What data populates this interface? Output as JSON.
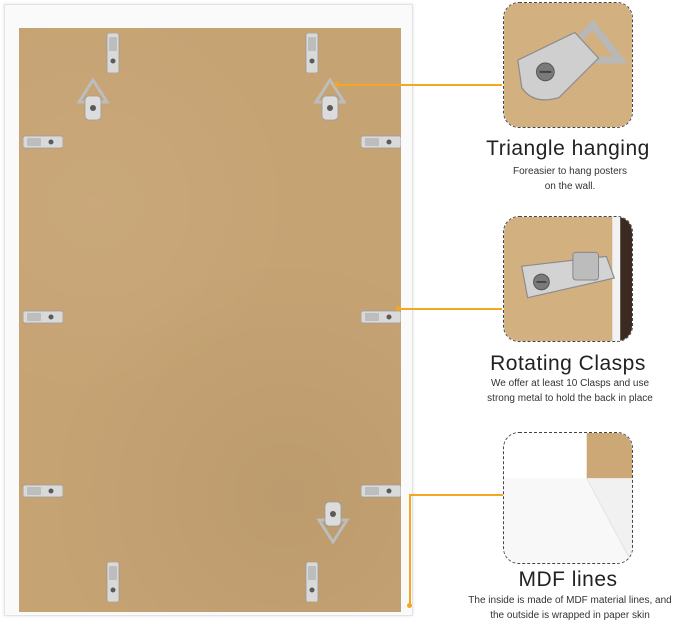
{
  "features": [
    {
      "title": "Triangle hanging",
      "desc_lines": [
        "Foreasier to hang posters",
        "on the wall."
      ],
      "icon": "triangle-hanger-icon"
    },
    {
      "title": "Rotating Clasps",
      "desc_lines": [
        "We offer at least 10 Clasps and use",
        "strong metal to hold the back in place"
      ],
      "icon": "rotating-clasp-icon"
    },
    {
      "title": "MDF lines",
      "desc_lines": [
        "The inside is made of MDF material lines, and",
        "the outside is wrapped in paper skin"
      ],
      "icon": "mdf-corner-icon"
    }
  ],
  "colors": {
    "accent": "#f5a623",
    "board": "#c6a373",
    "frame": "#fafafa"
  }
}
